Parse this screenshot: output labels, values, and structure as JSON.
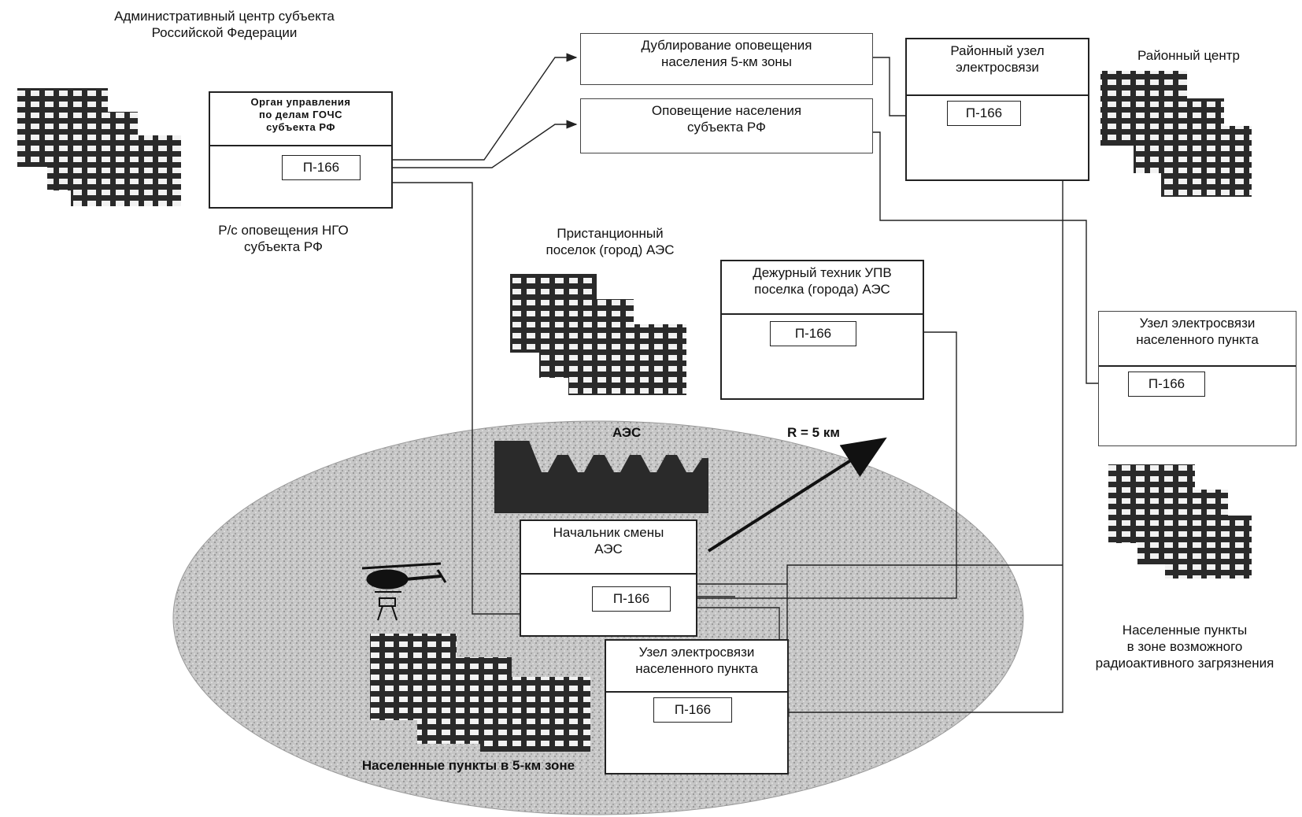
{
  "labels": {
    "admin_center": "Административный центр субъекта\nРоссийской Федерации",
    "rs_alert": "Р/с оповещения НГО\nсубъекта РФ",
    "station_town": "Пристанционный\nпоселок (город) АЭС",
    "district_center": "Районный центр",
    "settlements_zone": "Населенные пункты\nв зоне возможного\nрадиоактивного загрязнения",
    "settlements_5km": "Населенные пункты в 5-км зоне",
    "aes": "АЭС",
    "radius": "R = 5 км"
  },
  "boxes": {
    "goChs": "Орган управления\nпо делам ГОЧС\nсубъекта РФ",
    "duplicate": "Дублирование оповещения\nнаселения 5-км зоны",
    "alert_subject": "Оповещение населения\nсубъекта РФ",
    "district_node": "Районный узел\nэлектросвязи",
    "duty_tech": "Дежурный техник УПВ\nпоселка (города) АЭС",
    "settlement_node_right": "Узел электросвязи\nнаселенного пункта",
    "shift_chief": "Начальник смены\nАЭС",
    "settlement_node_bottom": "Узел электросвязи\nнаселенного пункта"
  },
  "device_label": "П-166",
  "colors": {
    "line": "#222222",
    "zone_fill": "#bdbdbd",
    "building": "#2a2a2a",
    "window": "#f2f2f2"
  }
}
